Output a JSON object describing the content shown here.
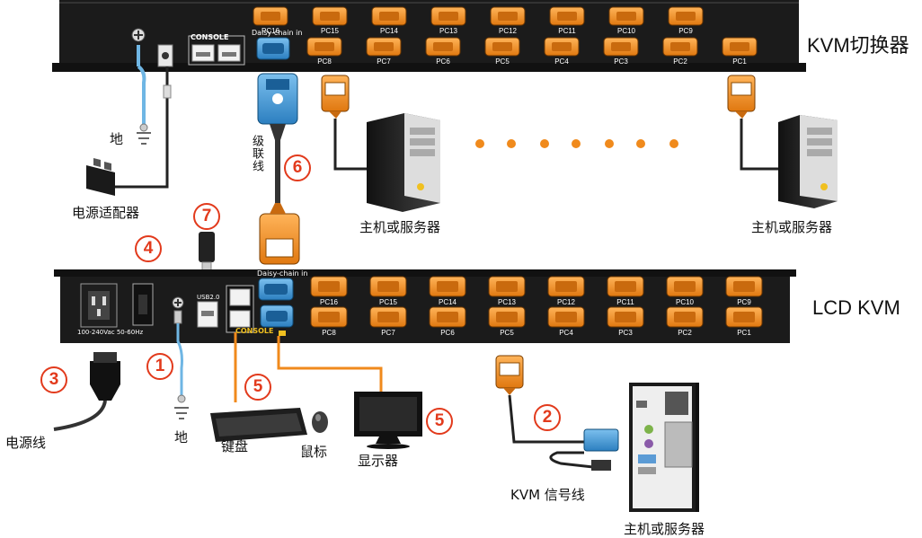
{
  "top_switch": {
    "label": "KVM切换器",
    "console_label": "CONSOLE",
    "daisy_label": "Daisy-chain in",
    "ports_top": [
      "PC16",
      "PC15",
      "PC14",
      "PC13",
      "PC12",
      "PC11",
      "PC10",
      "PC9"
    ],
    "ports_bottom": [
      "PC8",
      "PC7",
      "PC6",
      "PC5",
      "PC4",
      "PC3",
      "PC2",
      "PC1"
    ]
  },
  "lcd_kvm": {
    "label": "LCD KVM",
    "console_label": "CONSOLE",
    "daisy_label": "Daisy-chain in",
    "power_spec": "100-240Vac 50-60Hz",
    "usb_label": "USB2.0",
    "ports_top": [
      "PC16",
      "PC15",
      "PC14",
      "PC13",
      "PC12",
      "PC11",
      "PC10",
      "PC9"
    ],
    "ports_bottom": [
      "PC8",
      "PC7",
      "PC6",
      "PC5",
      "PC4",
      "PC3",
      "PC2",
      "PC1"
    ]
  },
  "labels": {
    "ground_top": "地",
    "adapter": "电源适配器",
    "cascade_cable": "级联线",
    "host_mid": "主机或服务器",
    "host_right": "主机或服务器",
    "power_cord": "电源线",
    "ground_bottom": "地",
    "keyboard": "键盘",
    "mouse": "鼠标",
    "monitor": "显示器",
    "kvm_cable": "KVM 信号线",
    "host_bottom": "主机或服务器"
  },
  "markers": {
    "m1": "1",
    "m2": "2",
    "m3": "3",
    "m4": "4",
    "m5a": "5",
    "m5b": "5",
    "m6": "6",
    "m7": "7"
  },
  "colors": {
    "chassis": "#1b1b1b",
    "port_orange": "#f08a1c",
    "vga_blue": "#2c87c8",
    "marker_red": "#e23a1c",
    "cable_orange": "#f08a1c"
  }
}
